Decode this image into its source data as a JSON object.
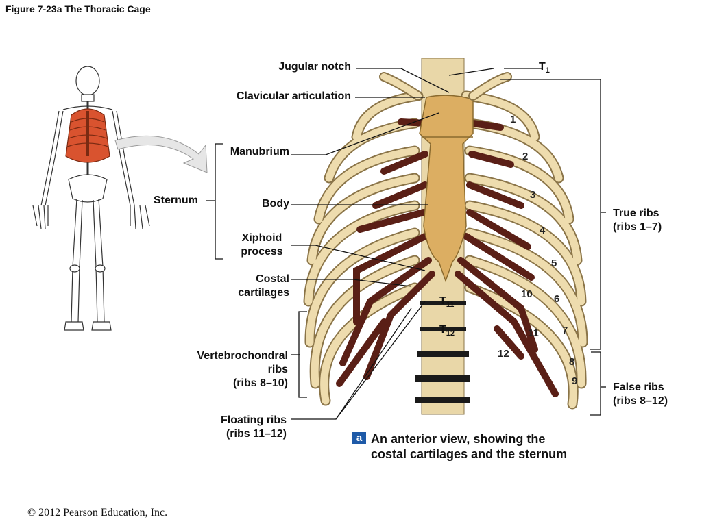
{
  "figure_title": "Figure 7-23a  The Thoracic Cage",
  "labels": {
    "jugular_notch": "Jugular notch",
    "clavicular_articulation": "Clavicular articulation",
    "manubrium": "Manubrium",
    "sternum": "Sternum",
    "body": "Body",
    "xiphoid_1": "Xiphoid",
    "xiphoid_2": "process",
    "costal_1": "Costal",
    "costal_2": "cartilages",
    "vertebro_1": "Vertebrochondral",
    "vertebro_2": "ribs",
    "vertebro_3": "(ribs 8–10)",
    "floating_1": "Floating ribs",
    "floating_2": "(ribs 11–12)",
    "true_1": "True ribs",
    "true_2": "(ribs 1–7)",
    "false_1": "False ribs",
    "false_2": "(ribs 8–12)",
    "t1_letter": "T",
    "t1_sub": "1",
    "t11_letter": "T",
    "t11_sub": "11",
    "t12_letter": "T",
    "t12_sub": "12"
  },
  "rib_numbers": [
    "1",
    "2",
    "3",
    "4",
    "5",
    "6",
    "7",
    "8",
    "9",
    "10",
    "11",
    "12"
  ],
  "caption": {
    "badge": "a",
    "line1": "An anterior view, showing the",
    "line2": "costal cartilages and the sternum"
  },
  "copyright": "© 2012 Pearson Education, Inc.",
  "colors": {
    "bone": "#e9d7a8",
    "bone_outline": "#8a7448",
    "cartilage": "#5a1f16",
    "sternum": "#dcae62",
    "highlight": "#d9532f",
    "caption_badge": "#1e5aa8"
  }
}
